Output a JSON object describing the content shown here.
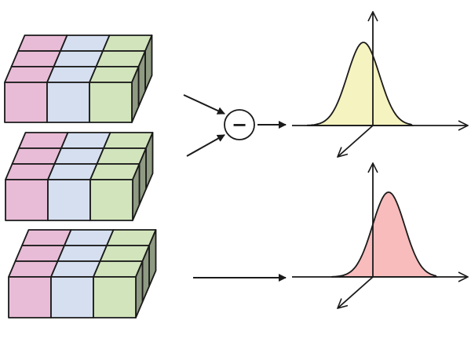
{
  "colors": {
    "pink": "#e8bcd6",
    "blue": "#d5dff0",
    "green": "#d2e4bc",
    "side": "#8f9a82",
    "stroke": "#1a1a1a",
    "curve_yellow": "#f5f3bf",
    "curve_red": "#f8bcbc"
  },
  "blocks": [
    {
      "name": "top-block"
    },
    {
      "name": "middle-block"
    },
    {
      "name": "bottom-block"
    }
  ],
  "operator": {
    "symbol": "−",
    "icon": "subtract-circle-icon"
  },
  "distributions": [
    {
      "name": "yellow-distribution",
      "fill": "curve_yellow"
    },
    {
      "name": "red-distribution",
      "fill": "curve_red"
    }
  ]
}
